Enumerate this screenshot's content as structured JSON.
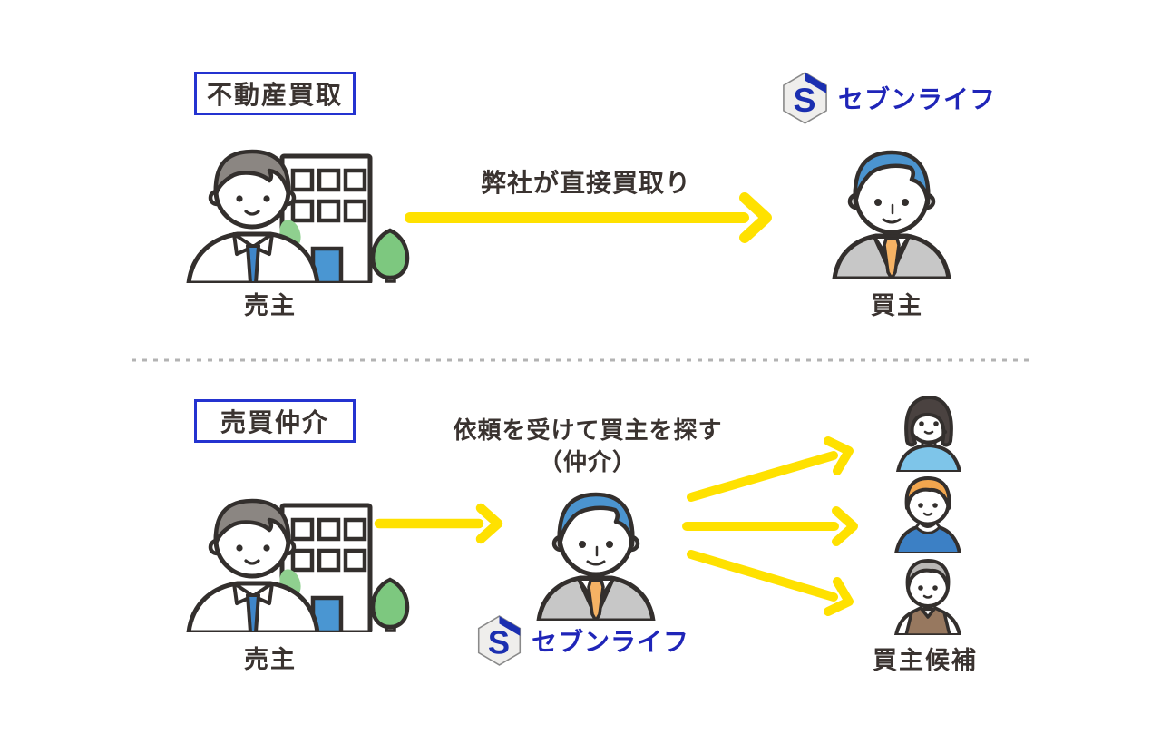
{
  "colors": {
    "accent_blue": "#2433d0",
    "logo_blue": "#1b2fb0",
    "arrow_yellow": "#ffe100",
    "text_dark": "#3a3330",
    "divider_gray": "#b3b3b3"
  },
  "logo": {
    "monogram": "S"
  },
  "purchase_section": {
    "title": "不動産買取",
    "arrow_caption": "弊社が直接買取り",
    "seller_label": "売主",
    "buyer_label": "買主",
    "brand_name": "セブンライフ"
  },
  "brokerage_section": {
    "title": "売買仲介",
    "caption_line1": "依頼を受けて買主を探す",
    "caption_line2": "（仲介）",
    "seller_label": "売主",
    "candidates_label": "買主候補",
    "brand_name": "セブンライフ"
  }
}
